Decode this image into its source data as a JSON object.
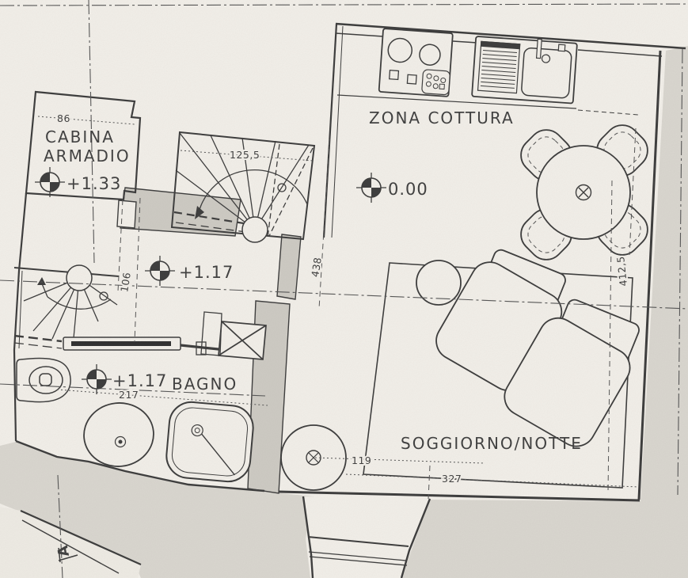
{
  "drawing_type": "apartment floor plan (scanned architectural drawing)",
  "labels": {
    "cabina_line1": "CABINA",
    "cabina_line2": "ARMADIO",
    "zona_cottura": "ZONA COTTURA",
    "bagno": "BAGNO",
    "soggiorno_notte": "SOGGIORNO/NOTTE"
  },
  "levels": {
    "cabina": "+1.33",
    "corridoio": "+1.17",
    "bagno": "+1.17",
    "zona_cottura": "0.00"
  },
  "dimensions": {
    "cabina_top": "86",
    "stairs": "125,5",
    "kitchen_side": "438",
    "corridor": "106",
    "bagno": "217",
    "column": "119",
    "soggiorno_bottom": "327",
    "soggiorno_right": "412,5"
  },
  "section_marker": "A",
  "colors": {
    "paper": "#f2efe9",
    "outside_shade": "#d9d6cf",
    "wall_fill": "#cdcac3",
    "ink": "#3c3c3c"
  }
}
